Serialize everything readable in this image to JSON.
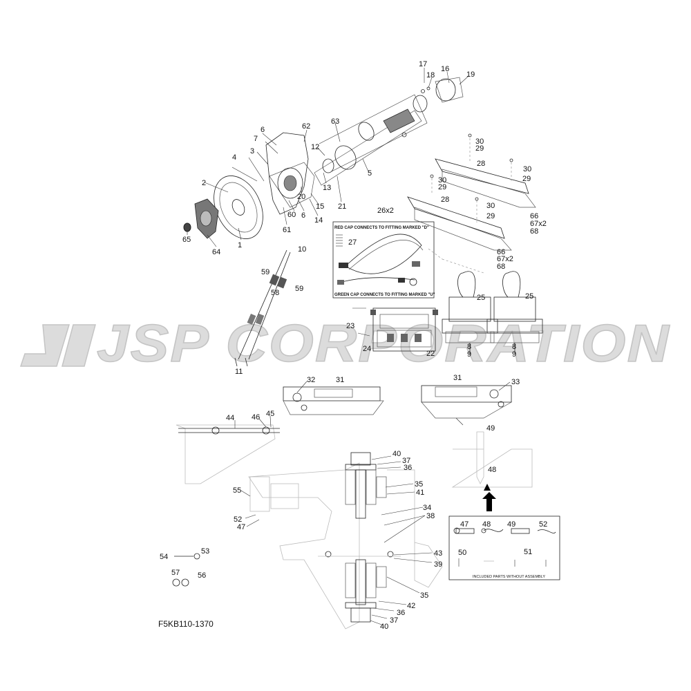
{
  "diagram": {
    "code": "F5KB110-1370",
    "watermark": "JSP CORPORATION",
    "note_red": "RED CAP CONNECTS TO FITTING MARKED \"D\"",
    "note_green": "GREEN CAP CONNECTS TO FITTING MARKED \"U\"",
    "note_included": "INCLUDED PARTS WITHOUT ASSEMBLY",
    "labels": {
      "c1": "1",
      "c2": "2",
      "c3": "3",
      "c4": "4",
      "c5": "5",
      "c6a": "6",
      "c6b": "6",
      "c7": "7",
      "c8a": "8",
      "c9a": "9",
      "c8b": "8",
      "c9b": "9",
      "c10": "10",
      "c11": "11",
      "c12": "12",
      "c13": "13",
      "c14": "14",
      "c15": "15",
      "c16": "16",
      "c17": "17",
      "c18": "18",
      "c19": "19",
      "c20": "20",
      "c21": "21",
      "c22": "22",
      "c23": "23",
      "c24": "24",
      "c25a": "25",
      "c25b": "25",
      "c26": "26x2",
      "c27": "27",
      "c28a": "28",
      "c28b": "28",
      "c29a": "29",
      "c29b": "29",
      "c29c": "29",
      "c29d": "29",
      "c30a": "30",
      "c30b": "30",
      "c30c": "30",
      "c30d": "30",
      "c31a": "31",
      "c31b": "31",
      "c32": "32",
      "c33": "33",
      "c34": "34",
      "c35a": "35",
      "c35b": "35",
      "c36a": "36",
      "c36b": "36",
      "c37a": "37",
      "c37b": "37",
      "c38": "38",
      "c39": "39",
      "c40a": "40",
      "c40b": "40",
      "c41": "41",
      "c42": "42",
      "c43": "43",
      "c44": "44",
      "c45": "45",
      "c46": "46",
      "c47a": "47",
      "c47b": "47",
      "c48a": "48",
      "c48b": "48",
      "c49a": "49",
      "c49b": "49",
      "c50": "50",
      "c51": "51",
      "c52a": "52",
      "c52b": "52",
      "c53": "53",
      "c54": "54",
      "c55": "55",
      "c56": "56",
      "c57": "57",
      "c58": "58",
      "c59a": "59",
      "c59b": "59",
      "c60": "60",
      "c61": "61",
      "c62": "62",
      "c63": "63",
      "c64": "64",
      "c65": "65",
      "c66a": "66",
      "c66b": "66",
      "c67a": "67x2",
      "c67b": "67x2",
      "c68a": "68",
      "c68b": "68"
    }
  }
}
